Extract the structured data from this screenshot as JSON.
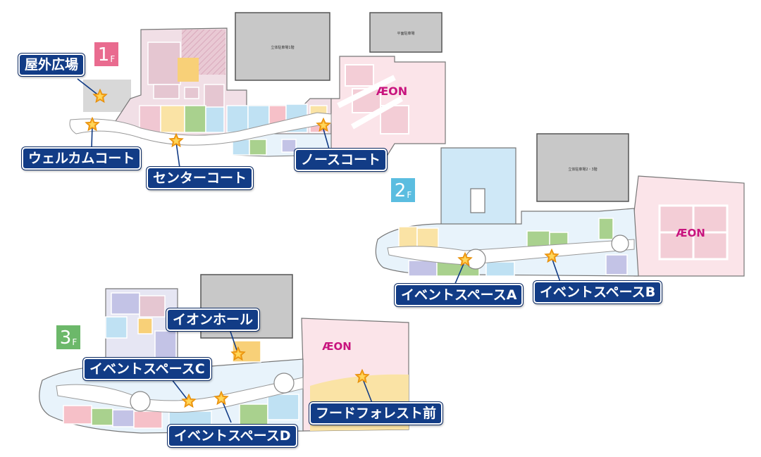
{
  "floors": [
    {
      "number": "1",
      "suffix": "F",
      "color": "#e96b8f"
    },
    {
      "number": "2",
      "suffix": "F",
      "color": "#5bbde0"
    },
    {
      "number": "3",
      "suffix": "F",
      "color": "#6cb86a"
    }
  ],
  "brand": {
    "aeon_logo": "ÆON",
    "color": "#c8147e"
  },
  "parking": {
    "p1": "立体駐車場1階",
    "p2": "平面駐車場",
    "p3": "立体駐車場2・3階"
  },
  "markers": {
    "okugai": "屋外広場",
    "welcome": "ウェルカムコート",
    "center": "センターコート",
    "north": "ノースコート",
    "eventA": "イベントスペースA",
    "eventB": "イベントスペースB",
    "aeonhall": "イオンホール",
    "eventC": "イベントスペースC",
    "eventD": "イベントスペースD",
    "food": "フードフォレスト前"
  },
  "colors": {
    "label_bg": "#123c86",
    "star": "#f5a623",
    "corridor": "#ffffff"
  }
}
